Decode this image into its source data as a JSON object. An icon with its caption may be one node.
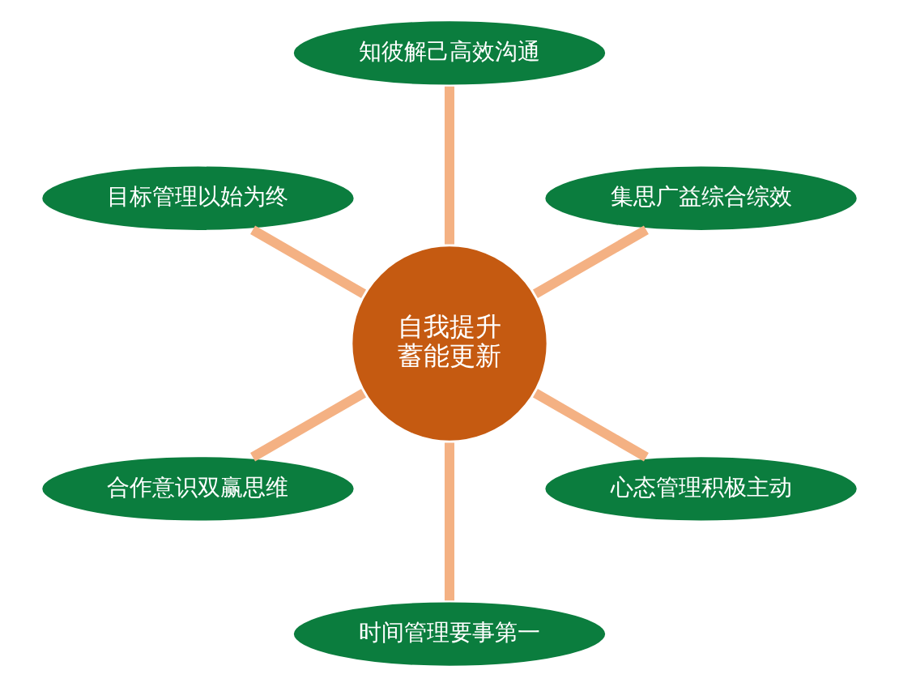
{
  "diagram": {
    "nodes": [
      {
        "text": [
          "自我提升",
          "蓄能更新"
        ]
      },
      {
        "text": [
          "集思广益综合综效"
        ]
      },
      {
        "text": [
          "知彼解己高效沟通"
        ]
      },
      {
        "text": [
          "目标管理以始为终"
        ]
      },
      {
        "text": [
          "合作意识双赢思维"
        ]
      },
      {
        "text": [
          "时间管理要事第一"
        ]
      },
      {
        "text": [
          "心态管理积极主动"
        ]
      }
    ],
    "edges": [
      {
        "from": 0,
        "to": 1,
        "arrow": "none"
      },
      {
        "from": 0,
        "to": 2,
        "arrow": "none"
      },
      {
        "from": 0,
        "to": 3,
        "arrow": "none"
      },
      {
        "from": 0,
        "to": 4,
        "arrow": "none"
      },
      {
        "from": 0,
        "to": 5,
        "arrow": "none"
      },
      {
        "from": 0,
        "to": 6,
        "arrow": "none"
      }
    ]
  }
}
